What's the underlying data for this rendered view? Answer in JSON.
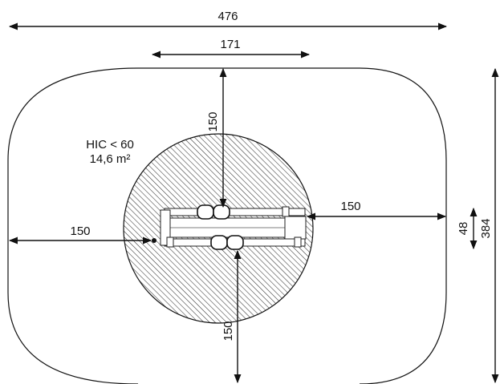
{
  "dimensions": {
    "total_width": "476",
    "equipment_width": "171",
    "top_clearance": "150",
    "right_clearance": "150",
    "left_clearance": "150",
    "bottom_clearance": "150",
    "equipment_depth": "48",
    "total_depth": "384"
  },
  "notes": {
    "hic": "HIC < 60",
    "area": "14,6 m²"
  },
  "colors": {
    "line": "#111111",
    "hatch": "#333333",
    "background": "#ffffff"
  }
}
